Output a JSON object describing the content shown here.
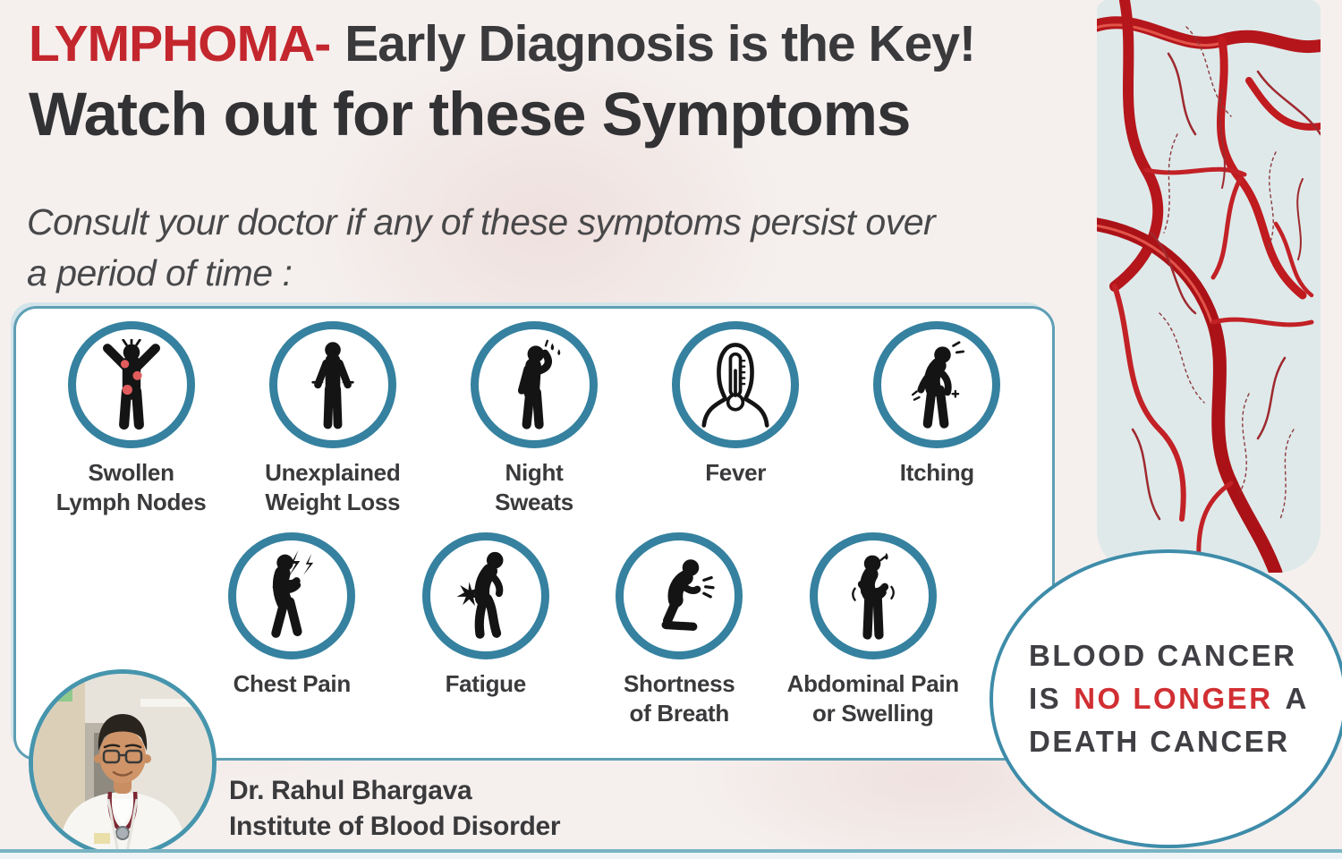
{
  "header": {
    "title_red": "LYMPHOMA-",
    "title_rest": "Early Diagnosis is the Key!",
    "title_line2": "Watch out for these Symptoms",
    "intro": "Consult your doctor if any of these symptoms persist over\na period of time :"
  },
  "symptoms": {
    "row1": [
      {
        "label": "Swollen\nLymph Nodes",
        "icon": "swollen-lymph-nodes-icon"
      },
      {
        "label": "Unexplained\nWeight Loss",
        "icon": "weight-loss-icon"
      },
      {
        "label": "Night\nSweats",
        "icon": "night-sweats-icon"
      },
      {
        "label": "Fever",
        "icon": "fever-icon"
      },
      {
        "label": "Itching",
        "icon": "itching-icon"
      }
    ],
    "row2": [
      {
        "label": "Chest Pain",
        "icon": "chest-pain-icon"
      },
      {
        "label": "Fatigue",
        "icon": "fatigue-icon"
      },
      {
        "label": "Shortness\nof Breath",
        "icon": "shortness-of-breath-icon"
      },
      {
        "label": "Abdominal Pain\nor Swelling",
        "icon": "abdominal-pain-icon"
      }
    ]
  },
  "doctor": {
    "name": "Dr. Rahul Bhargava",
    "org": "Institute of Blood Disorder"
  },
  "badge": {
    "line1": "BLOOD CANCER",
    "line2_pre": "IS",
    "line2_red": "NO LONGER",
    "line2_post": "A",
    "line3": "DEATH CANCER"
  },
  "colors": {
    "title_red": "#c4262d",
    "highlight_red": "#d12f33",
    "teal_ring": "#35819f",
    "panel_border": "#5e9fb5",
    "dark_text": "#3a3a3c",
    "vessel_red": "#c01b1f",
    "vessel_panel_bg": "#dfe9ea",
    "background": "#f5f0ee"
  }
}
